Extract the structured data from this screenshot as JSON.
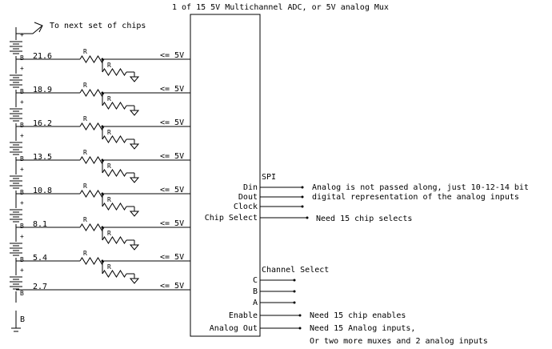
{
  "title": "1 of 15 5V Multichannel ADC, or 5V analog Mux",
  "next_chips_label": "To next set of chips",
  "battery": {
    "plus": "+",
    "minus": "B"
  },
  "resistor_label": "R",
  "channel_limit": "<= 5V",
  "taps": [
    "21.6",
    "18.9",
    "16.2",
    "13.5",
    "10.8",
    "8.1",
    "5.4",
    "2.7"
  ],
  "spi": {
    "group_label": "SPI",
    "pins": [
      "Din",
      "Dout",
      "Clock",
      "Chip Select"
    ]
  },
  "channel_select": {
    "group_label": "Channel Select",
    "pins": [
      "C",
      "B",
      "A"
    ]
  },
  "control_pins": [
    "Enable",
    "Analog Out"
  ],
  "notes": {
    "din": "Analog is not passed along, just 10-12-14 bit",
    "dout": "digital representation of the analog inputs",
    "chip_select": "Need 15 chip selects",
    "enable": "Need 15 chip enables",
    "analog_out_1": "Need 15 Analog inputs,",
    "analog_out_2": "Or two more muxes and 2 analog inputs"
  }
}
